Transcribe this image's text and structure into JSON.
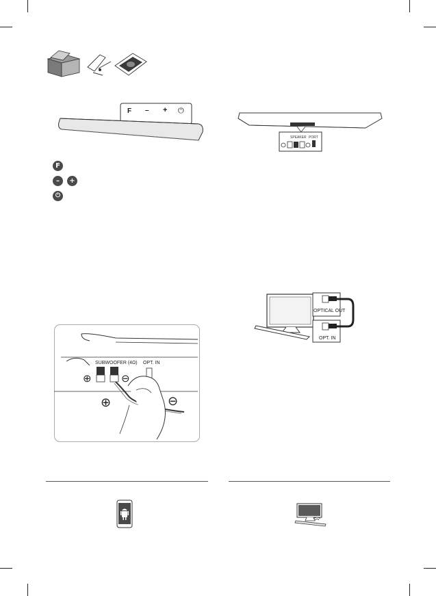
{
  "page": {
    "background": "#ffffff",
    "line_color": "#555555",
    "fill_color": "#4a4a4a"
  },
  "accessories": {
    "items": [
      "box-icon",
      "remote-icon",
      "manual-icon"
    ]
  },
  "front_panel": {
    "labels": {
      "f": "F",
      "minus": "–",
      "plus": "+",
      "power": "⏻"
    }
  },
  "button_legend": {
    "f": "F",
    "minus": "–",
    "plus": "+",
    "power": "⏻"
  },
  "rear_panel": {
    "speaker_label": "SPEAKER",
    "port_label": "PORT"
  },
  "speaker_connection": {
    "terminal_label": "SUBWOOFER (4Ω)",
    "opt_label": "OPT. IN",
    "plus_symbol": "⊕",
    "minus_symbol": "⊖"
  },
  "optical_connection": {
    "tv_port_label": "OPTICAL OUT",
    "bar_port_label": "OPT. IN"
  },
  "bottom": {
    "left_icon": "android-phone-icon",
    "right_icon": "tv-soundbar-icon"
  }
}
